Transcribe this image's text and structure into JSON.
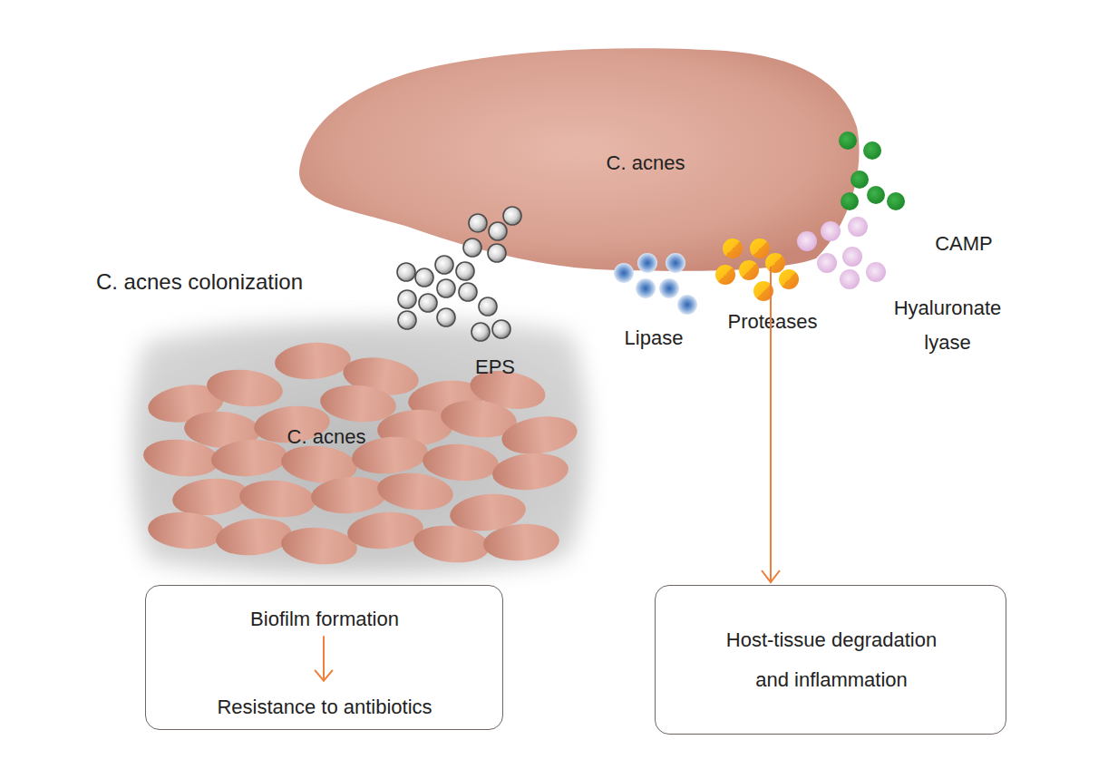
{
  "diagram": {
    "nodes": [
      {
        "text": [
          "C. acnes"
        ]
      },
      {
        "text": [
          "C. acnes"
        ]
      },
      {
        "text": [
          "Biofilm formation",
          "Resistance to antibiotics"
        ]
      },
      {
        "text": [
          "Host-tissue degradation and inflammation"
        ]
      }
    ],
    "edges": [
      {
        "from": 0,
        "to": 3,
        "arrow": "to"
      }
    ],
    "labels": [
      "C. acnes colonization",
      "EPS",
      "Lipase",
      "Proteases",
      "Hyaluronate lyase",
      "CAMP"
    ]
  }
}
